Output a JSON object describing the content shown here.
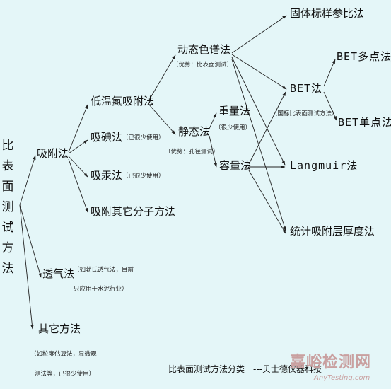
{
  "root": {
    "label": "比表面测试方法"
  },
  "nodes": {
    "adsorption": "吸附法",
    "permeation": "透气法",
    "permeation_note": [
      "（如勃氏透气法，目前",
      "只应用于水泥行业）"
    ],
    "other": "其它方法",
    "other_note": [
      "（如粒度估算法，显微观",
      "测法等，已很少使用）"
    ],
    "low_temp_n2": "低温氮吸附法",
    "iodine": "吸碘法",
    "iodine_note": "（已很少使用）",
    "mercury": "吸汞法",
    "mercury_note": "（已很少使用）",
    "other_molecule": "吸附其它分子方法",
    "dynamic": "动态色谱法",
    "dynamic_note": "（优势：比表面测试）",
    "static": "静态法",
    "static_note": "（优势：孔径测试）",
    "gravimetric": "重量法",
    "gravimetric_note": "（很少使用）",
    "volumetric": "容量法",
    "solid_ref": "固体标样参比法",
    "bet": "BET法",
    "bet_note": "（国标比表面测试方法）",
    "bet_multi": "BET多点法",
    "bet_single": "BET单点法",
    "langmuir": "Langmuir法",
    "statistical": "统计吸附层厚度法"
  },
  "caption": "比表面测试方法分类",
  "credit": "---贝士德仪器科技",
  "watermark": {
    "main": "嘉峪检测网",
    "sub": "AnyTesting.com"
  },
  "colors": {
    "background": "#e4f6f8",
    "line": "#222222",
    "watermark": "#c9a0a0"
  }
}
